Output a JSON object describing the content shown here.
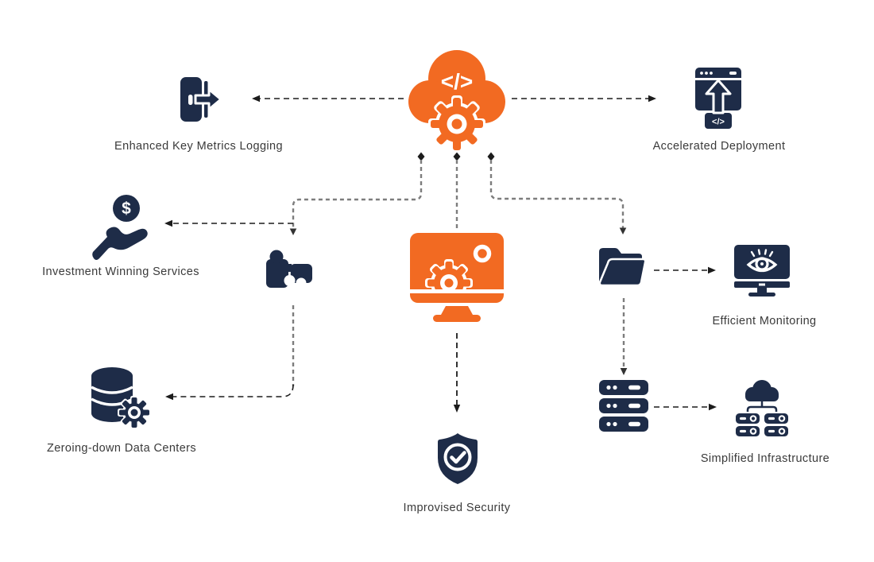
{
  "diagram": {
    "colors": {
      "accent_orange": "#F26A22",
      "navy": "#1E2C48",
      "label_text": "#3a3a3a",
      "connector_dark": "#1c1c1c",
      "connector_gray": "#7d7d7d"
    },
    "hub": {
      "icon": "cloud-code-gear-icon",
      "code_glyph": "</>"
    },
    "nodes": {
      "metrics": {
        "icon": "door-exit-icon",
        "label": "Enhanced Key Metrics Logging"
      },
      "deployment": {
        "icon": "browser-upload-code-icon",
        "label": "Accelerated Deployment",
        "code_glyph": "</>"
      },
      "investment": {
        "icon": "hand-dollar-icon",
        "label": "Investment Winning Services",
        "dollar_glyph": "$"
      },
      "integration": {
        "icon": "puzzle-icon"
      },
      "automation": {
        "icon": "monitor-gear-icon"
      },
      "folder": {
        "icon": "open-folder-icon"
      },
      "monitoring": {
        "icon": "eye-monitor-icon",
        "label": "Efficient Monitoring"
      },
      "datacenters": {
        "icon": "database-gear-icon",
        "label": "Zeroing-down Data Centers"
      },
      "servers": {
        "icon": "server-rack-icon"
      },
      "infrastructure": {
        "icon": "cloud-server-cluster-icon",
        "label": "Simplified Infrastructure"
      },
      "security": {
        "icon": "shield-check-icon",
        "label": "Improvised Security"
      }
    }
  }
}
